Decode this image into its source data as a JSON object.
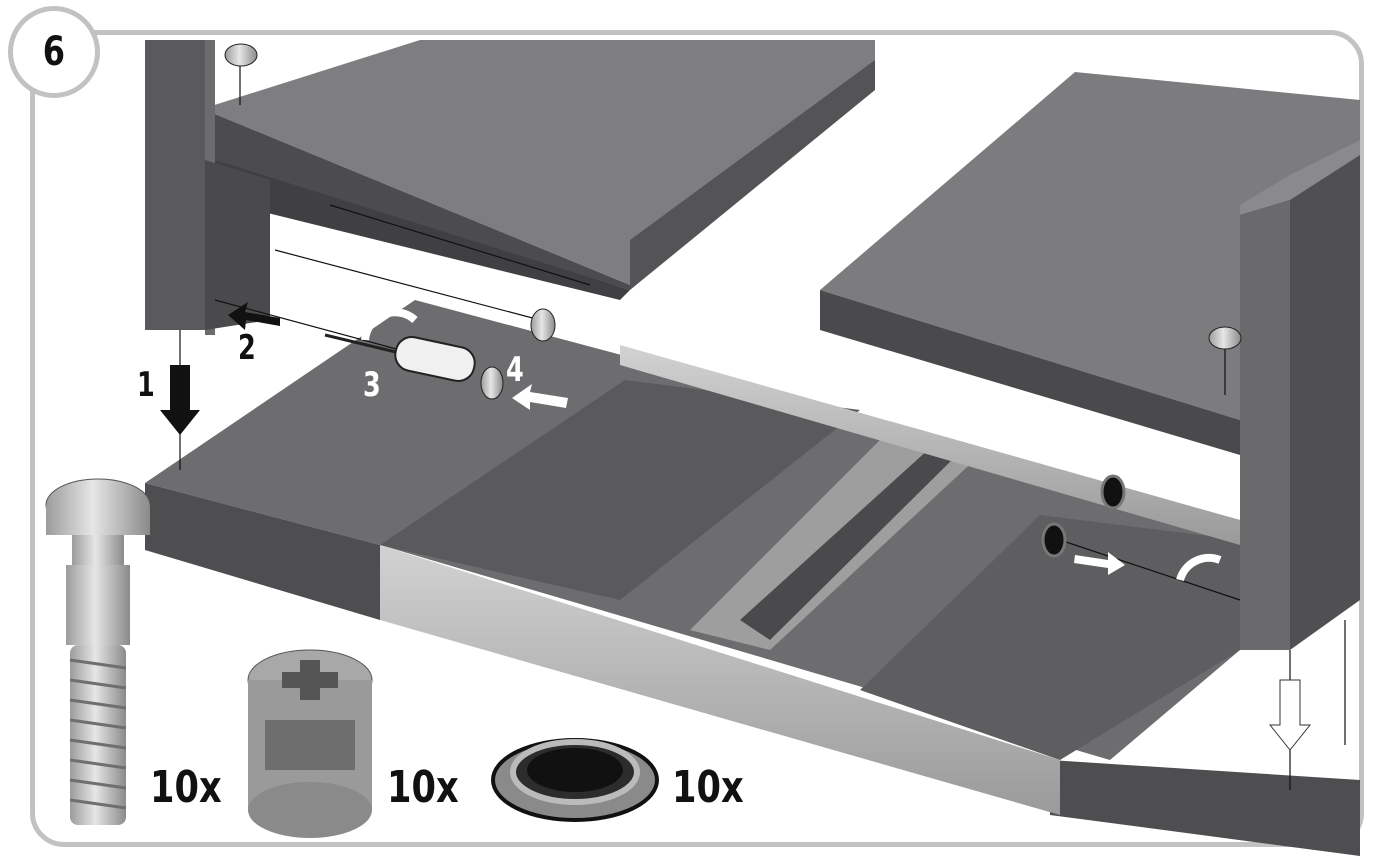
{
  "step": {
    "number": "6"
  },
  "callouts": [
    "1",
    "2",
    "3",
    "4"
  ],
  "parts": [
    {
      "icon": "cam-bolt-icon",
      "quantity": "10x"
    },
    {
      "icon": "cam-lock-nut-icon",
      "quantity": "10x"
    },
    {
      "icon": "cover-cap-icon",
      "quantity": "10x"
    }
  ],
  "colors": {
    "panel_top": "#7a7a7c",
    "panel_dark": "#5e5e60",
    "panel_edge": "#48484a",
    "metal": "#b8b8b8",
    "frame": "#c2c2c2"
  }
}
